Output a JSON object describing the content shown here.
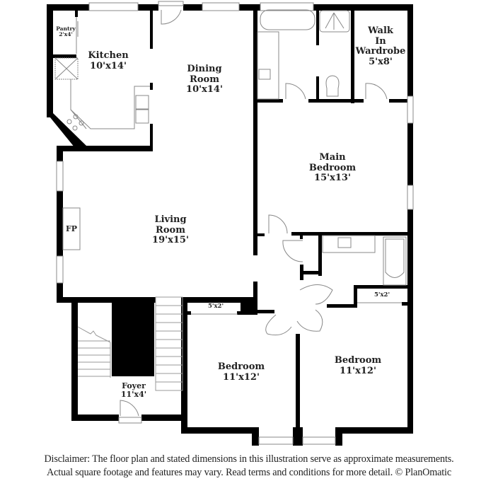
{
  "floor_plan": {
    "rooms": [
      {
        "id": "pantry",
        "name": "Pantry",
        "dimensions": "2'x4'"
      },
      {
        "id": "kitchen",
        "name": "Kitchen",
        "dimensions": "10'x14'"
      },
      {
        "id": "dining",
        "name_line1": "Dining",
        "name_line2": "Room",
        "dimensions": "10'x14'"
      },
      {
        "id": "walk-in-wardrobe",
        "name_line1": "Walk",
        "name_line2": "In",
        "name_line3": "Wardrobe",
        "dimensions": "5'x8'"
      },
      {
        "id": "main-bedroom",
        "name_line1": "Main",
        "name_line2": "Bedroom",
        "dimensions": "15'x13'"
      },
      {
        "id": "living",
        "name_line1": "Living",
        "name_line2": "Room",
        "dimensions": "19'x15'"
      },
      {
        "id": "fireplace",
        "name": "FP"
      },
      {
        "id": "closet-left",
        "dimensions": "5'x2'"
      },
      {
        "id": "closet-right",
        "dimensions": "5'x2'"
      },
      {
        "id": "foyer",
        "name": "Foyer",
        "dimensions": "11'x4'"
      },
      {
        "id": "bedroom-left",
        "name": "Bedroom",
        "dimensions": "11'x12'"
      },
      {
        "id": "bedroom-right",
        "name": "Bedroom",
        "dimensions": "11'x12'"
      }
    ]
  },
  "disclaimer": {
    "line1": "Disclaimer: The floor plan and stated dimensions in this illustration serve as approximate measurements.",
    "line2": "Actual square footage and features may vary. Read terms and conditions for more detail. © PlanOmatic"
  }
}
